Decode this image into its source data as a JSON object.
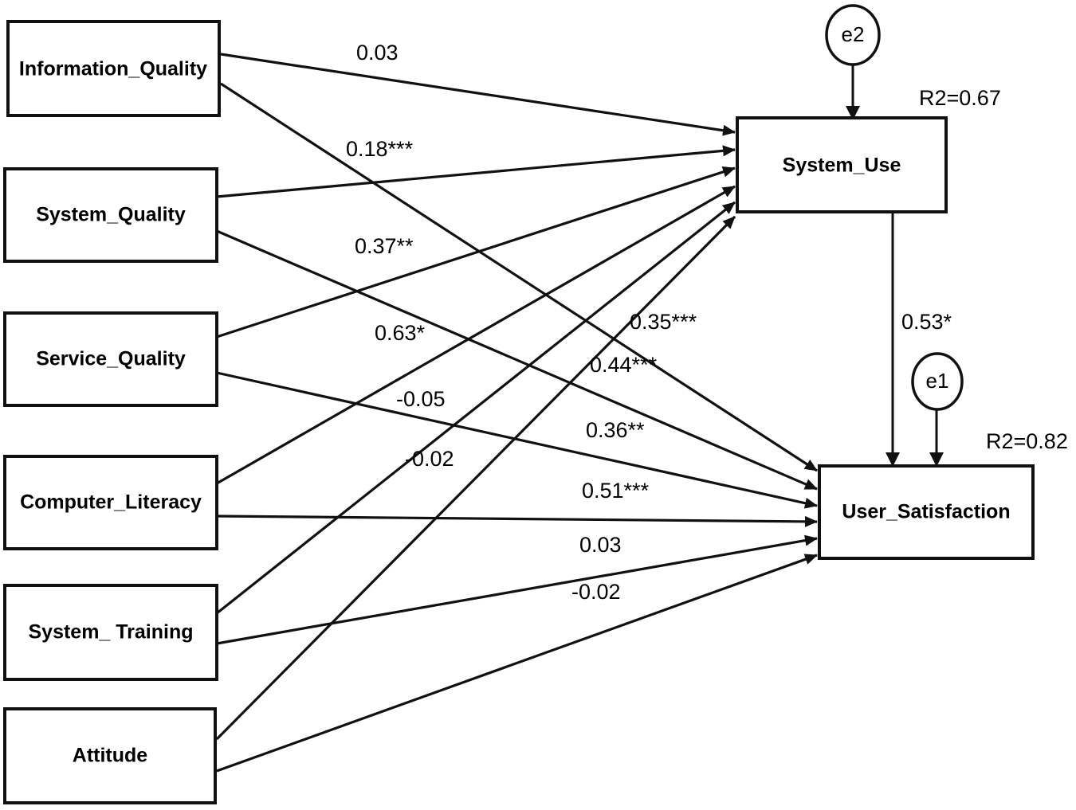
{
  "diagram": {
    "title": "Structural Equation Model Path Diagram",
    "colors": {
      "stroke": "#111111",
      "fill": "#ffffff",
      "text": "#000000"
    },
    "exogenous_nodes": [
      {
        "id": "information_quality",
        "label": "Information_Quality"
      },
      {
        "id": "system_quality",
        "label": "System_Quality"
      },
      {
        "id": "service_quality",
        "label": "Service_Quality"
      },
      {
        "id": "computer_literacy",
        "label": "Computer_Literacy"
      },
      {
        "id": "system_training",
        "label": "System_ Training"
      },
      {
        "id": "attitude",
        "label": "Attitude"
      }
    ],
    "endogenous_nodes": [
      {
        "id": "system_use",
        "label": "System_Use",
        "r2": "R2=0.67"
      },
      {
        "id": "user_satisfaction",
        "label": "User_Satisfaction",
        "r2": "R2=0.82"
      }
    ],
    "error_terms": [
      {
        "id": "e2",
        "label": "e2",
        "target": "system_use"
      },
      {
        "id": "e1",
        "label": "e1",
        "target": "user_satisfaction"
      }
    ],
    "paths_to_system_use": [
      {
        "from": "information_quality",
        "coefficient": "0.03"
      },
      {
        "from": "system_quality",
        "coefficient": "0.18***"
      },
      {
        "from": "service_quality",
        "coefficient": "0.37**"
      },
      {
        "from": "computer_literacy",
        "coefficient": "0.63*"
      },
      {
        "from": "system_training",
        "coefficient": "-0.05"
      },
      {
        "from": "attitude",
        "coefficient": "-0.02"
      }
    ],
    "paths_to_user_satisfaction": [
      {
        "from": "information_quality",
        "coefficient": "0.35***"
      },
      {
        "from": "system_quality",
        "coefficient": "0.44***"
      },
      {
        "from": "service_quality",
        "coefficient": "0.36**"
      },
      {
        "from": "computer_literacy",
        "coefficient": "0.51***"
      },
      {
        "from": "system_training",
        "coefficient": "0.03"
      },
      {
        "from": "attitude",
        "coefficient": "-0.02"
      }
    ],
    "structural_path": {
      "from": "system_use",
      "to": "user_satisfaction",
      "coefficient": "0.53*"
    }
  }
}
